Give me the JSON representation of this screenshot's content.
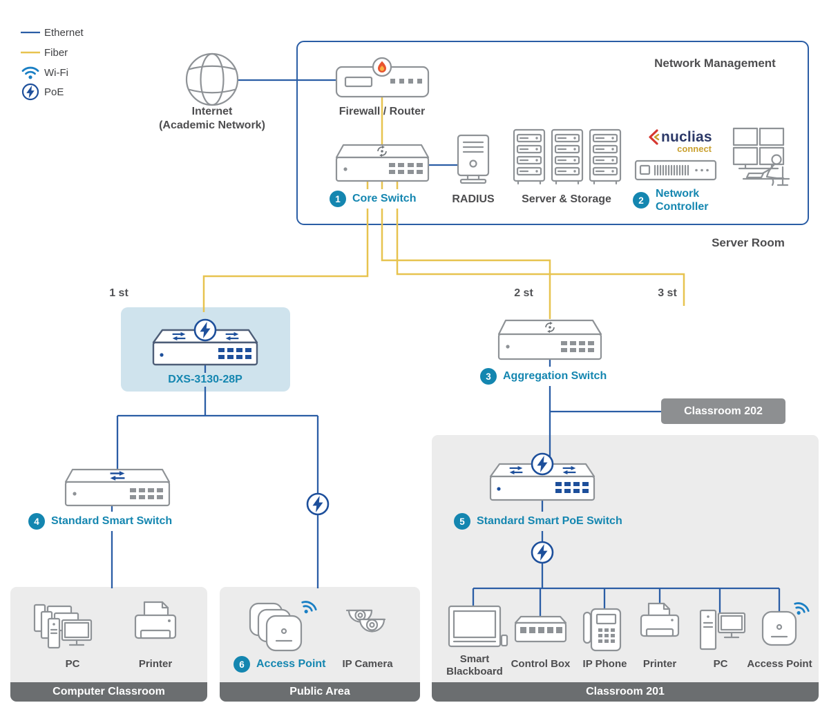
{
  "colors": {
    "ethernet_line": "#2a5da5",
    "fiber_line": "#e7c34f",
    "accent_teal": "#1486b0",
    "poe_navy": "#1d4f9b",
    "wifi_blue": "#1a7fc4",
    "text_dark": "#4d4d4f",
    "zone_bg": "#ececec",
    "banner_bg": "#6b6e70",
    "badge_bg": "#8d8f91",
    "highlight_bg": "#cfe3ed",
    "flame_orange": "#e8542f"
  },
  "legend": {
    "items": [
      {
        "name": "ethernet",
        "label": "Ethernet"
      },
      {
        "name": "fiber",
        "label": "Fiber"
      },
      {
        "name": "wifi",
        "label": "Wi-Fi"
      },
      {
        "name": "poe",
        "label": "PoE"
      }
    ]
  },
  "internet": {
    "line1": "Internet",
    "line2": "(Academic Network)"
  },
  "server_room": {
    "box_title": "Network Management",
    "caption": "Server Room",
    "firewall_label": "Firewall / Router",
    "core_switch": {
      "num": "1",
      "label": "Core Switch"
    },
    "radius_label": "RADIUS",
    "servers_label": "Server & Storage",
    "controller": {
      "num": "2",
      "line1": "Network",
      "line2": "Controller"
    },
    "nuclias": {
      "brand": "nuclias",
      "sub": "connect"
    }
  },
  "floors": {
    "first": "1 st",
    "second": "2 st",
    "third": "3 st"
  },
  "distribution": {
    "dxs_label": "DXS-3130-28P",
    "aggregation": {
      "num": "3",
      "label": "Aggregation Switch"
    },
    "classroom202": "Classroom 202"
  },
  "access_switches": {
    "smart": {
      "num": "4",
      "label": "Standard Smart Switch"
    },
    "poe": {
      "num": "5",
      "label": "Standard Smart PoE Switch"
    }
  },
  "zones": {
    "computer_classroom": {
      "title": "Computer Classroom",
      "pc_label": "PC",
      "printer_label": "Printer"
    },
    "public_area": {
      "title": "Public Area",
      "access_point": {
        "num": "6",
        "label": "Access Point"
      },
      "camera_label": "IP Camera"
    },
    "classroom201": {
      "title": "Classroom 201",
      "devices": [
        {
          "label": "Smart Blackboard"
        },
        {
          "label": "Control Box"
        },
        {
          "label": "IP Phone"
        },
        {
          "label": "Printer"
        },
        {
          "label": "PC"
        },
        {
          "label": "Access Point"
        }
      ]
    }
  }
}
